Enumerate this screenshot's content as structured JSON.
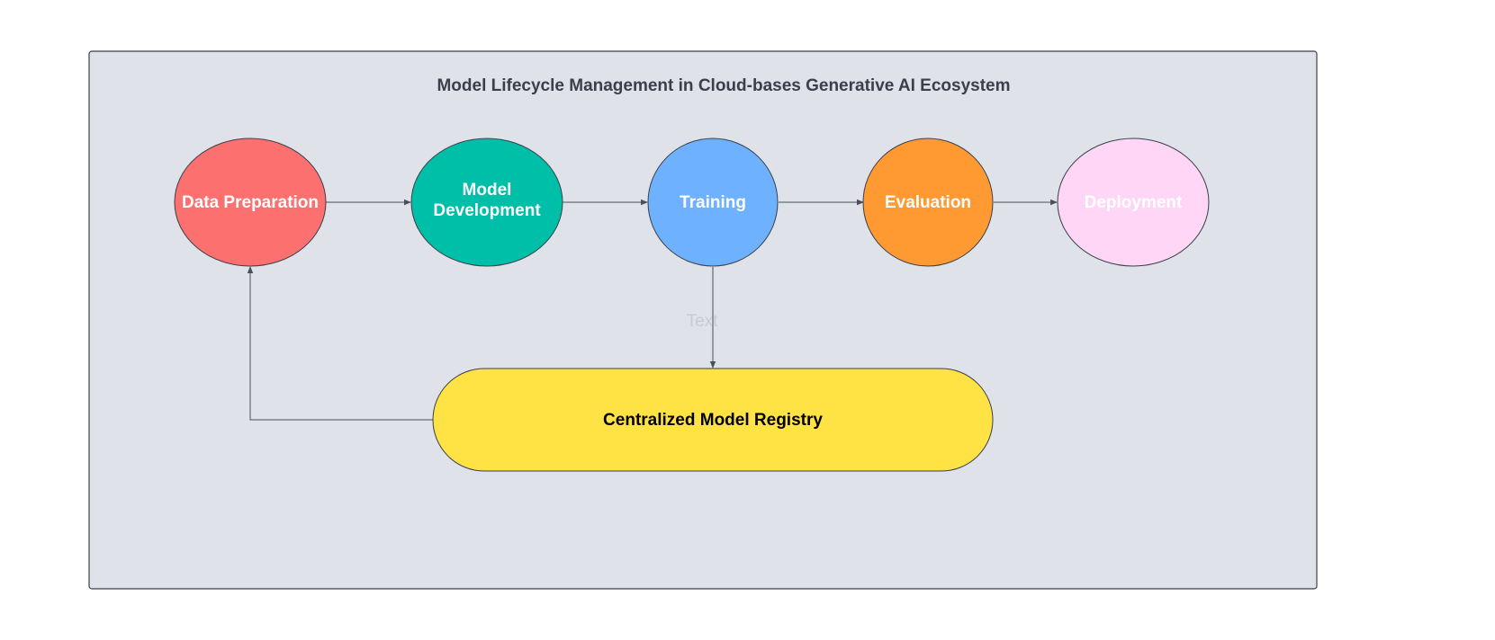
{
  "diagram": {
    "title": "Model Lifecycle Management in Cloud-bases Generative AI Ecosystem",
    "colors": {
      "container_fill": "#dfe2e8",
      "container_stroke": "#3a3f4b",
      "title_text": "#3a3f4b",
      "edge": "#4a4f5a",
      "edge_label": "#c8cbd2"
    },
    "nodes": {
      "data_preparation": {
        "label": "Data Preparation",
        "fill": "#fd7070",
        "text_color": "#ffffff"
      },
      "model_development": {
        "line1": "Model",
        "line2": "Development",
        "fill": "#00bfa8",
        "text_color": "#ffffff"
      },
      "training": {
        "label": "Training",
        "fill": "#6eb1ff",
        "text_color": "#ffffff"
      },
      "evaluation": {
        "label": "Evaluation",
        "fill": "#ff9a33",
        "text_color": "#ffffff"
      },
      "deployment": {
        "label": "Deployment",
        "fill": "#ffd6f6",
        "text_color": "#ffffff"
      },
      "registry": {
        "label": "Centralized Model Registry",
        "fill": "#ffe243",
        "text_color": "#000000"
      }
    },
    "edges": {
      "training_to_registry_label": "Text"
    }
  }
}
